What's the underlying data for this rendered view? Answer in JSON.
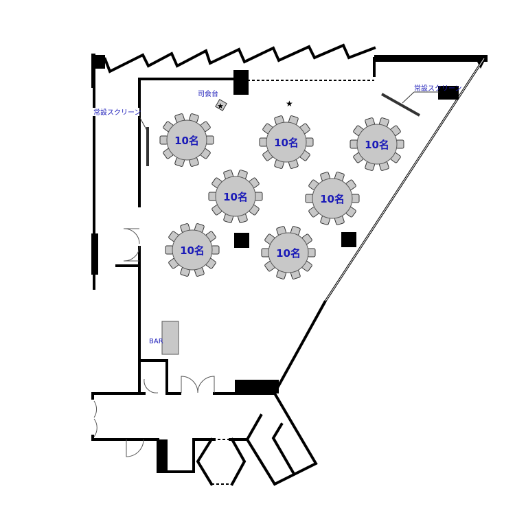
{
  "diagram": {
    "type": "banquet-hall-floor-plan",
    "labels": {
      "screen_left": "常設スクリーン",
      "screen_right": "常設スクリーン",
      "mc_podium": "司会台",
      "bar": "BAR"
    },
    "tables": [
      {
        "id": "t1",
        "label": "10名",
        "seats": 10
      },
      {
        "id": "t2",
        "label": "10名",
        "seats": 10
      },
      {
        "id": "t3",
        "label": "10名",
        "seats": 10
      },
      {
        "id": "t4",
        "label": "10名",
        "seats": 10
      },
      {
        "id": "t5",
        "label": "10名",
        "seats": 10
      },
      {
        "id": "t6",
        "label": "10名",
        "seats": 10
      },
      {
        "id": "t7",
        "label": "10名",
        "seats": 10
      }
    ],
    "colors": {
      "label_text": "#1a1ab8",
      "table_fill": "#c8c8c8",
      "wall": "#000000"
    }
  }
}
